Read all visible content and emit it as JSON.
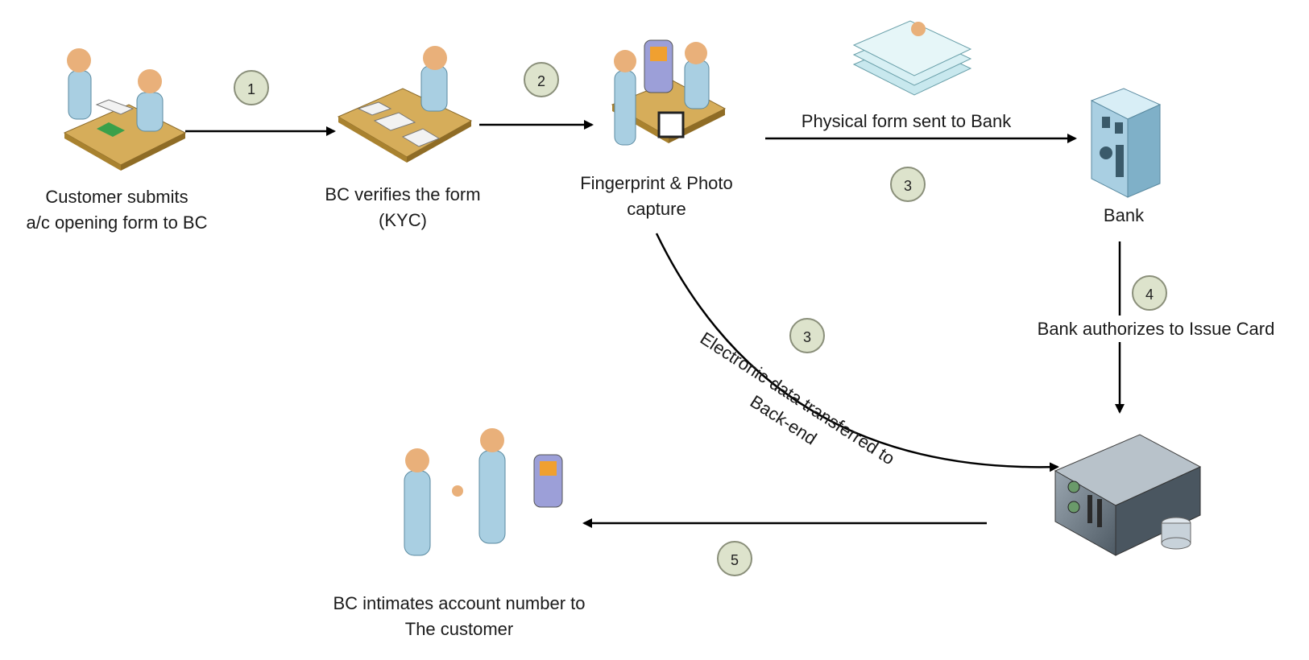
{
  "nodes": {
    "customer_submits": {
      "line1": "Customer submits",
      "line2": "a/c opening form to BC"
    },
    "bc_verifies": {
      "line1": "BC verifies the form",
      "line2": "(KYC)"
    },
    "fingerprint": {
      "line1": "Fingerprint & Photo",
      "line2": "capture"
    },
    "bank": {
      "label": "Bank"
    },
    "bc_intimates": {
      "line1": "BC intimates account number to",
      "line2": "The customer"
    }
  },
  "edges": {
    "physical_form": "Physical form sent to Bank",
    "bank_authorizes": "Bank authorizes to Issue Card",
    "electronic_line1": "Electronic data transferred to",
    "electronic_line2": "Back-end"
  },
  "steps": {
    "s1": "1",
    "s2": "2",
    "s3a": "3",
    "s3b": "3",
    "s4": "4",
    "s5": "5"
  },
  "colors": {
    "person": "#a9cfe2",
    "head": "#e9b07a",
    "desk": "#caa24f",
    "arrow": "#000000",
    "step_fill": "#dde3cc"
  }
}
